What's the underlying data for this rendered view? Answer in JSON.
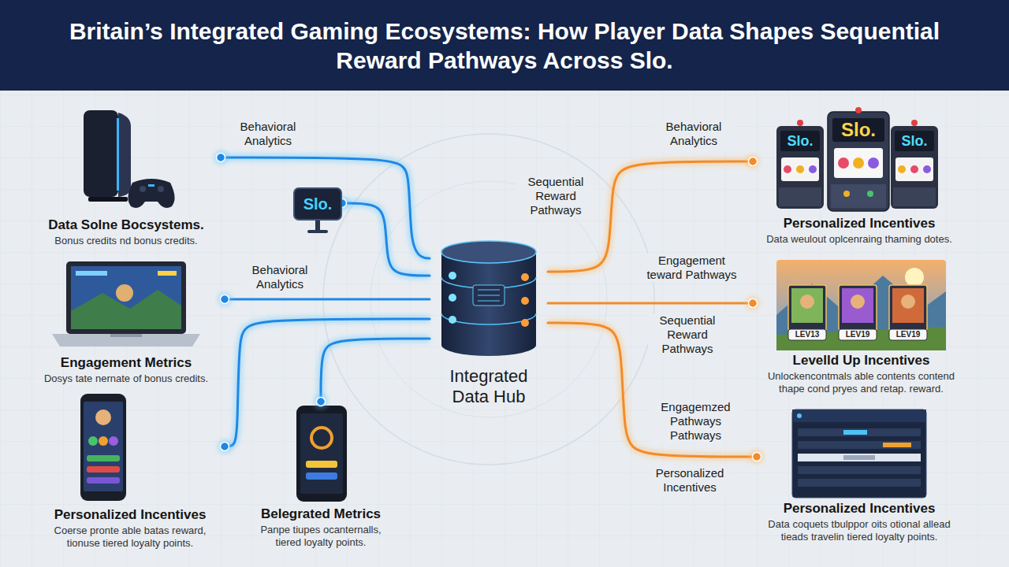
{
  "diagram": {
    "title": "Britain’s Integrated Gaming Ecosystems: How Player Data Shapes Sequential Reward Pathways Across Slo.",
    "nodes": [
      {
        "text": [
          "Data Solne Bocsystems.",
          "Bonus credits nd bonus credits."
        ]
      },
      {
        "text": [
          "Slo."
        ]
      },
      {
        "text": [
          "Personalized Incentives",
          "Data weulout oplcenraing thaming dotes."
        ]
      },
      {
        "text": [
          "Engagement Metrics",
          "Dosys tate nernate of bonus credits."
        ]
      },
      {
        "text": [
          "Integrated Data Hub"
        ]
      },
      {
        "text": [
          "Levelld Up Incentives",
          "Unlockencontmals able contents contend thape cond pryes and retap. reward."
        ]
      },
      {
        "text": [
          "Personalized Incentives",
          "Coerse pronte able batas reward, tionuse tiered loyalty points."
        ]
      },
      {
        "text": [
          "Belegrated Metrics",
          "Panpe tiupes ocanternalls, tiered loyalty points."
        ]
      },
      {
        "text": [
          "Personalized Incentives",
          "Data coquets tbulppor oits otional allead tieads travelin tiered loyalty points."
        ]
      }
    ],
    "edges": [
      {
        "from": 0,
        "to": 4,
        "arrow": "none",
        "label": "Behavioral Analytics"
      },
      {
        "from": 1,
        "to": 4,
        "arrow": "none"
      },
      {
        "from": 3,
        "to": 4,
        "arrow": "none",
        "label": "Behavioral Analytics"
      },
      {
        "from": 6,
        "to": 4,
        "arrow": "none"
      },
      {
        "from": 7,
        "to": 4,
        "arrow": "none"
      },
      {
        "from": 4,
        "to": 2,
        "arrow": "none",
        "label": "Behavioral Analytics"
      },
      {
        "from": 4,
        "to": 5,
        "arrow": "none",
        "label": "Engagement teward Pathways"
      },
      {
        "from": 4,
        "to": 8,
        "arrow": "none",
        "label": "Engagemzed Pathways Pathways"
      }
    ],
    "labels": [
      "Sequential Reward Pathways",
      "Sequential Reward Pathways",
      "Personalized Incentives",
      "Slo.",
      "Slo.",
      "Slo.",
      "LEV13",
      "LEV19",
      "LEV19"
    ]
  }
}
